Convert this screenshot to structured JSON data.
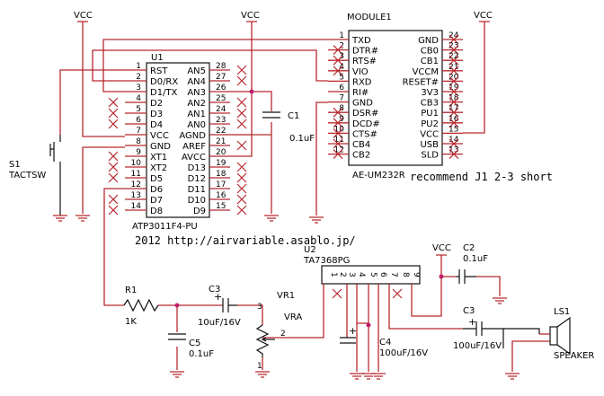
{
  "power": {
    "vcc": "VCC"
  },
  "u1": {
    "ref": "U1",
    "part": "ATP3011F4-PU",
    "left_pins": [
      {
        "num": "1",
        "name": "RST"
      },
      {
        "num": "2",
        "name": "D0/RX"
      },
      {
        "num": "3",
        "name": "D1/TX"
      },
      {
        "num": "4",
        "name": "D2"
      },
      {
        "num": "5",
        "name": "D3"
      },
      {
        "num": "6",
        "name": "D4"
      },
      {
        "num": "7",
        "name": "VCC"
      },
      {
        "num": "8",
        "name": "GND"
      },
      {
        "num": "9",
        "name": "XT1"
      },
      {
        "num": "10",
        "name": "XT2"
      },
      {
        "num": "11",
        "name": "D5"
      },
      {
        "num": "12",
        "name": "D6"
      },
      {
        "num": "13",
        "name": "D7"
      },
      {
        "num": "14",
        "name": "D8"
      }
    ],
    "right_pins": [
      {
        "num": "28",
        "name": "AN5"
      },
      {
        "num": "27",
        "name": "AN4"
      },
      {
        "num": "26",
        "name": "AN3"
      },
      {
        "num": "25",
        "name": "AN2"
      },
      {
        "num": "24",
        "name": "AN1"
      },
      {
        "num": "23",
        "name": "AN0"
      },
      {
        "num": "22",
        "name": "AGND"
      },
      {
        "num": "21",
        "name": "AREF"
      },
      {
        "num": "20",
        "name": "AVCC"
      },
      {
        "num": "19",
        "name": "D13"
      },
      {
        "num": "18",
        "name": "D12"
      },
      {
        "num": "17",
        "name": "D11"
      },
      {
        "num": "16",
        "name": "D10"
      },
      {
        "num": "15",
        "name": "D9"
      }
    ]
  },
  "module1": {
    "ref": "MODULE1",
    "part": "AE-UM232R",
    "left_pins": [
      {
        "num": "1",
        "name": "TXD"
      },
      {
        "num": "2",
        "name": "DTR#"
      },
      {
        "num": "3",
        "name": "RTS#"
      },
      {
        "num": "4",
        "name": "VIO"
      },
      {
        "num": "5",
        "name": "RXD"
      },
      {
        "num": "6",
        "name": "RI#"
      },
      {
        "num": "7",
        "name": "GND"
      },
      {
        "num": "8",
        "name": "DSR#"
      },
      {
        "num": "9",
        "name": "DCD#"
      },
      {
        "num": "10",
        "name": "CTS#"
      },
      {
        "num": "11",
        "name": "CB4"
      },
      {
        "num": "12",
        "name": "CB2"
      }
    ],
    "right_pins": [
      {
        "num": "24",
        "name": "GND"
      },
      {
        "num": "23",
        "name": "CB0"
      },
      {
        "num": "22",
        "name": "CB1"
      },
      {
        "num": "21",
        "name": "VCCM"
      },
      {
        "num": "20",
        "name": "RESET#"
      },
      {
        "num": "19",
        "name": "3V3"
      },
      {
        "num": "18",
        "name": "CB3"
      },
      {
        "num": "17",
        "name": "PU1"
      },
      {
        "num": "16",
        "name": "PU2"
      },
      {
        "num": "15",
        "name": "VCC"
      },
      {
        "num": "14",
        "name": "USB"
      },
      {
        "num": "13",
        "name": "SLD"
      }
    ]
  },
  "u2": {
    "ref": "U2",
    "part": "TA7368PG",
    "pins": [
      "1",
      "2",
      "3",
      "4",
      "5",
      "6",
      "7",
      "8",
      "9"
    ]
  },
  "components": {
    "s1_ref": "S1",
    "s1_part": "TACTSW",
    "c1_ref": "C1",
    "c1_val": "0.1uF",
    "c2_ref": "C2",
    "c2_val": "0.1uF",
    "c3a_ref": "C3",
    "c3a_val": "10uF/16V",
    "c3b_ref": "C3",
    "c3b_val": "100uF/16V",
    "c4_ref": "C4",
    "c4_val": "100uF/16V",
    "c5_ref": "C5",
    "c5_val": "0.1uF",
    "r1_ref": "R1",
    "r1_val": "1K",
    "vr1_ref": "VR1",
    "vr1_val": "VRA",
    "vr_pin1": "1",
    "vr_pin2": "2",
    "vr_pin3": "3",
    "ls1_ref": "LS1",
    "ls1_part": "SPEAKER",
    "cap_plus": "+"
  },
  "notes": {
    "recommend": "recommend J1 2-3 short",
    "credit": "2012 http://airvariable.asablo.jp/"
  }
}
